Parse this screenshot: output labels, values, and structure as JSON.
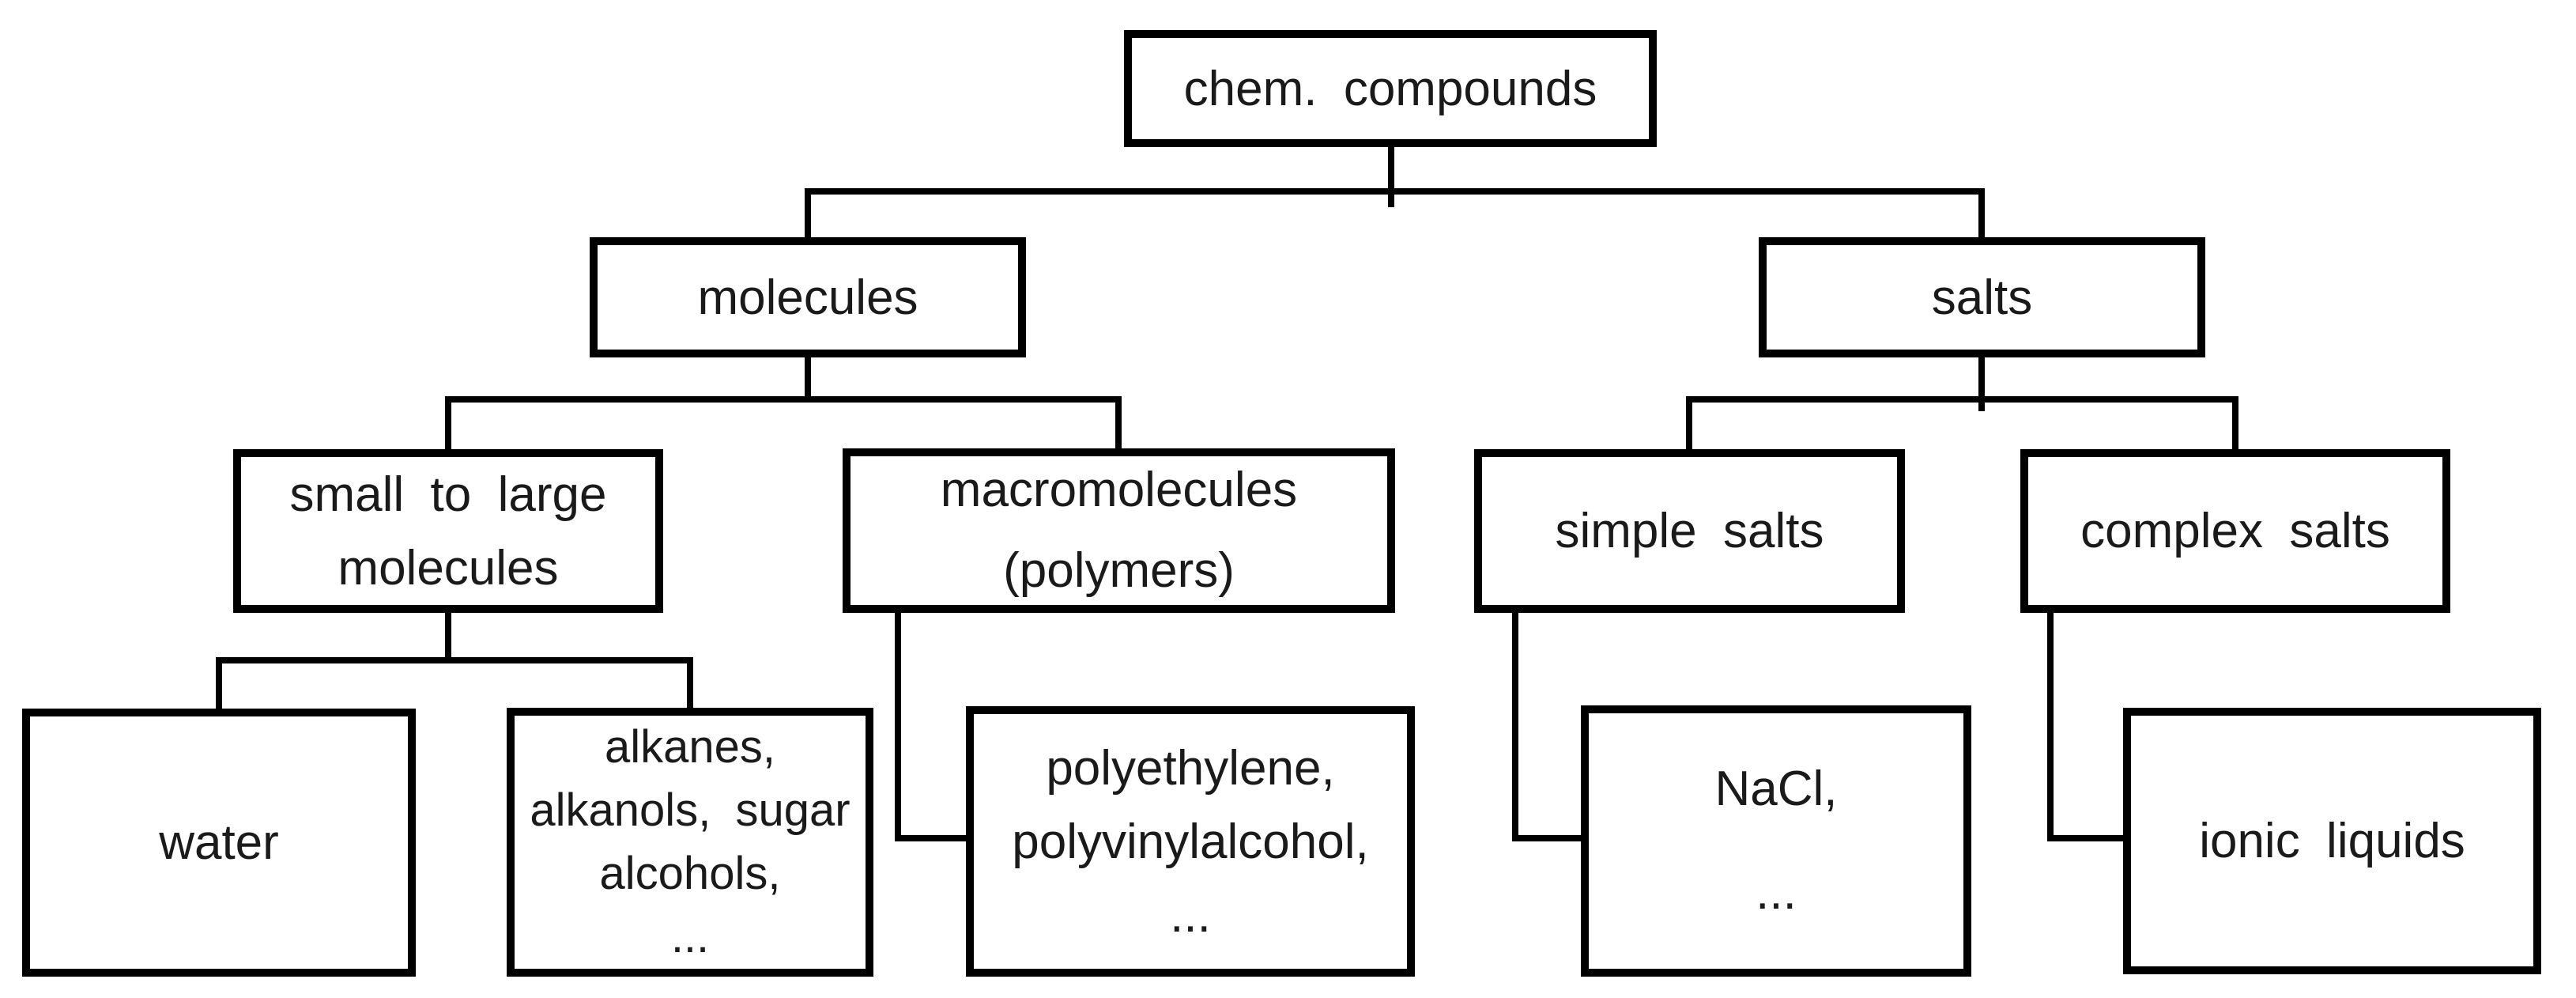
{
  "diagram": {
    "type": "tree",
    "title": "chem. compounds classification tree",
    "colors": {
      "background": "#ffffff",
      "line": "#000000",
      "box_border": "#000000",
      "text": "#1a1a1a"
    },
    "nodes": {
      "root": {
        "label": "chem. compounds"
      },
      "molecules": {
        "label": "molecules"
      },
      "salts": {
        "label": "salts"
      },
      "small_to_large": {
        "label": "small to large\nmolecules"
      },
      "macromolecules": {
        "label": "macromolecules\n(polymers)"
      },
      "simple_salts": {
        "label": "simple salts"
      },
      "complex_salts": {
        "label": "complex salts"
      },
      "water": {
        "label": "water"
      },
      "small_examples": {
        "label": "alkanes,\nalkanols, sugar\nalcohols,\n..."
      },
      "polymer_examples": {
        "label": "polyethylene,\npolyvinylalcohol,\n..."
      },
      "simple_examples": {
        "label": "NaCl,\n..."
      },
      "ionic_liquids": {
        "label": "ionic liquids"
      }
    },
    "edges": [
      {
        "from": "root",
        "to": "molecules"
      },
      {
        "from": "root",
        "to": "salts"
      },
      {
        "from": "molecules",
        "to": "small_to_large"
      },
      {
        "from": "molecules",
        "to": "macromolecules"
      },
      {
        "from": "salts",
        "to": "simple_salts"
      },
      {
        "from": "salts",
        "to": "complex_salts"
      },
      {
        "from": "small_to_large",
        "to": "water"
      },
      {
        "from": "small_to_large",
        "to": "small_examples"
      },
      {
        "from": "macromolecules",
        "to": "polymer_examples"
      },
      {
        "from": "simple_salts",
        "to": "simple_examples"
      },
      {
        "from": "complex_salts",
        "to": "ionic_liquids"
      }
    ]
  }
}
